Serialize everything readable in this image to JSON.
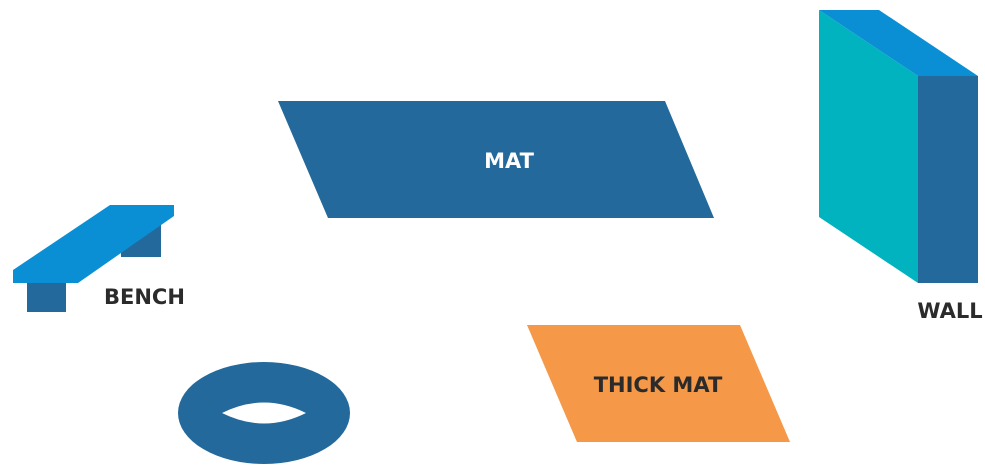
{
  "equipment": {
    "mat": {
      "label": "MAT"
    },
    "bench": {
      "label": "BENCH"
    },
    "wall": {
      "label": "WALL"
    },
    "thick_mat": {
      "label": "THICK MAT"
    },
    "ring": {
      "label": ""
    }
  },
  "colors": {
    "dark_blue": "#23699b",
    "light_blue": "#0a8fd4",
    "teal": "#00b3be",
    "orange": "#f59847",
    "white_text": "#ffffff",
    "dark_text": "#2b2b2b"
  }
}
